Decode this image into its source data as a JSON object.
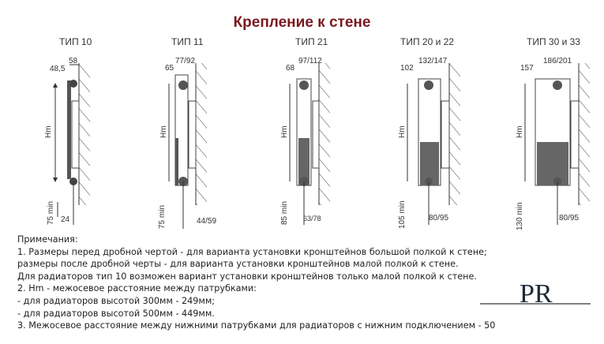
{
  "title": "Крепление к стене",
  "types": [
    {
      "label": "ТИП 10",
      "depth_total": "58",
      "depth_front": "48,5",
      "bottom_min": "75 min",
      "bottom_offset": "24",
      "hm": "Hm"
    },
    {
      "label": "ТИП 11",
      "depth_total": "77/92",
      "depth_front": "65",
      "bottom_min": "75 min",
      "bottom_offset": "44/59",
      "hm": "Hm"
    },
    {
      "label": "ТИП 21",
      "depth_total": "97/112",
      "depth_front": "68",
      "bottom_min": "85 min",
      "bottom_offset": "63/78",
      "hm": "Hm"
    },
    {
      "label": "ТИП 20 и 22",
      "depth_total": "132/147",
      "depth_front": "102",
      "bottom_min": "105 min",
      "bottom_offset": "80/95",
      "hm": "Hm"
    },
    {
      "label": "ТИП 30 и 33",
      "depth_total": "186/201",
      "depth_front": "157",
      "bottom_min": "130 min",
      "bottom_offset": "80/95",
      "hm": "Hm"
    }
  ],
  "notes": {
    "heading": "Примечания:",
    "lines": [
      "1. Размеры перед дробной чертой - для варианта установки кронштейнов большой полкой к стене;",
      "размеры после дробной черты - для варианта установки кронштейнов малой полкой к стене.",
      "Для радиаторов тип 10 возможен вариант установки кронштейнов только малой полкой к стене.",
      "2. Hm - межосевое расстояние между патрубками:",
      "- для радиаторов высотой 300мм - 249мм;",
      "- для радиаторов высотой 500мм - 449мм.",
      "3. Межосевое расстояние между нижними патрубками для радиаторов с нижним подключением - 50"
    ]
  },
  "logo": {
    "text": "PR"
  },
  "colors": {
    "title": "#7a1a1f",
    "lines": "#333333"
  }
}
